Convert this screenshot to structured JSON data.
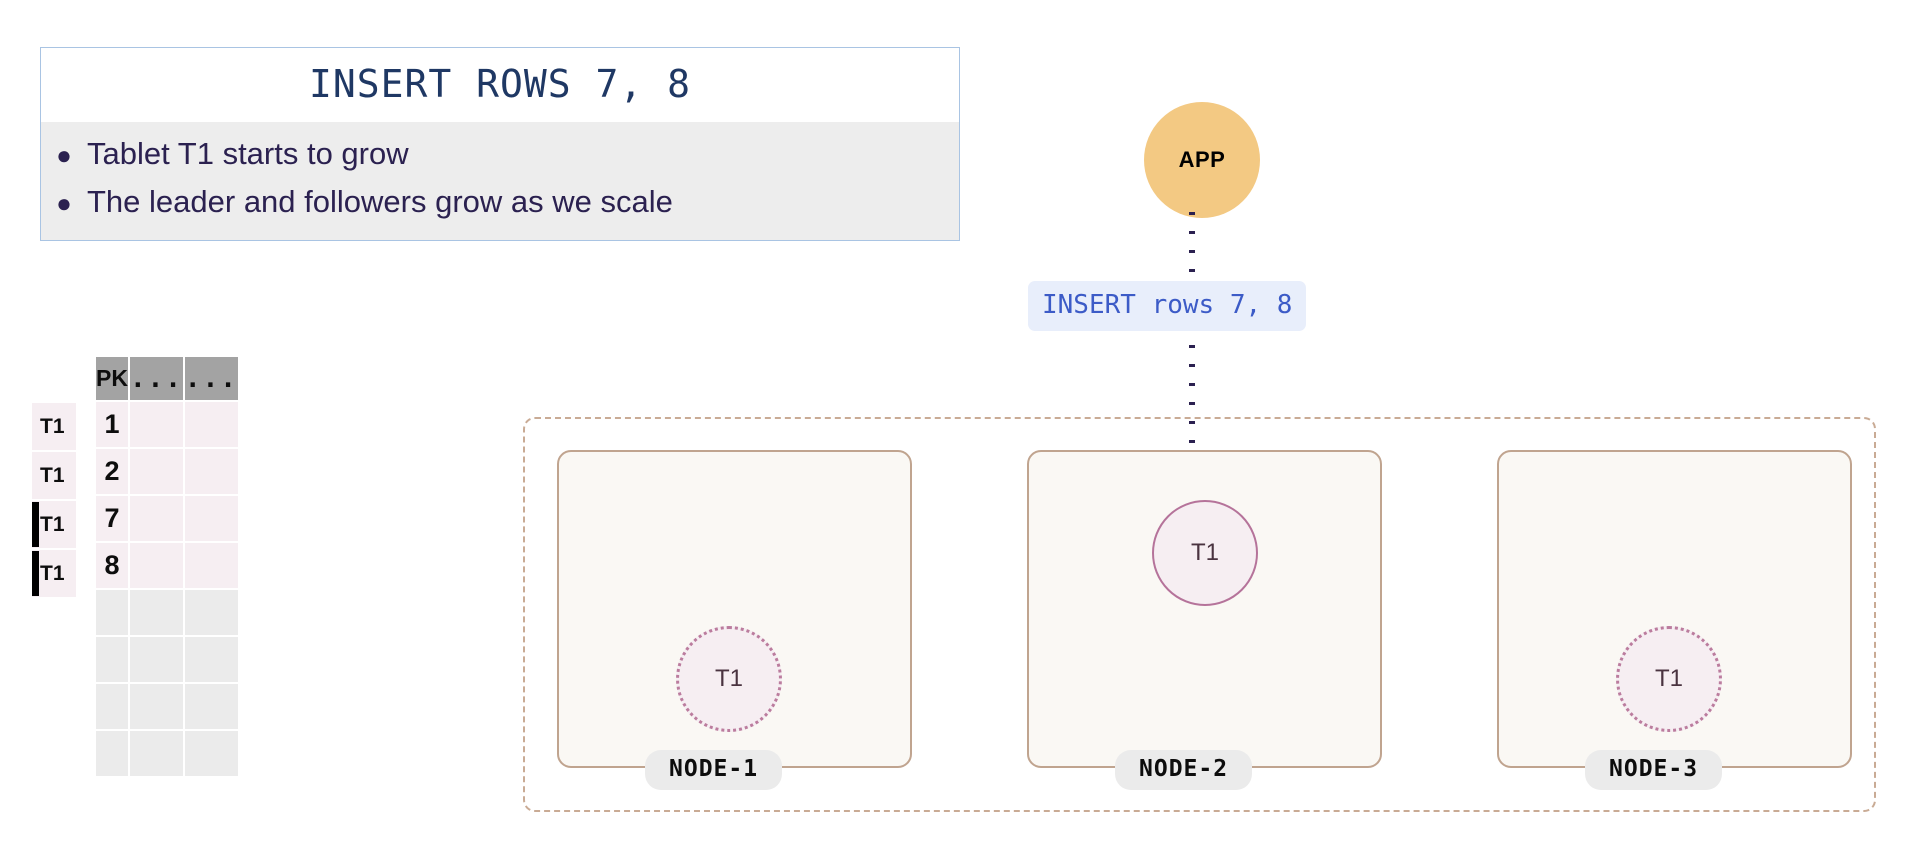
{
  "callout": {
    "title": "INSERT ROWS 7, 8",
    "bullet_glyph": "●",
    "bullets": [
      "Tablet T1 starts to grow",
      "The leader and followers grow as we scale"
    ]
  },
  "table": {
    "columns": [
      "PK",
      "...",
      "..."
    ],
    "rows": [
      {
        "label": "T1",
        "pk": "1",
        "growing": false,
        "filled": true
      },
      {
        "label": "T1",
        "pk": "2",
        "growing": false,
        "filled": true
      },
      {
        "label": "T1",
        "pk": "7",
        "growing": true,
        "filled": true
      },
      {
        "label": "T1",
        "pk": "8",
        "growing": true,
        "filled": true
      },
      {
        "label": "",
        "pk": "",
        "growing": false,
        "filled": false
      },
      {
        "label": "",
        "pk": "",
        "growing": false,
        "filled": false
      },
      {
        "label": "",
        "pk": "",
        "growing": false,
        "filled": false
      },
      {
        "label": "",
        "pk": "",
        "growing": false,
        "filled": false
      }
    ]
  },
  "app": {
    "label": "APP",
    "color": "#f3c983"
  },
  "query": {
    "text": "INSERT rows 7, 8",
    "text_color": "#3c5bc7",
    "background": "#e8eefb"
  },
  "arrow": {
    "style": "dotted",
    "color": "#2b2150",
    "from": "app",
    "to": "node-2-tablet"
  },
  "cluster": {
    "border_color": "#c9ab95",
    "nodes": [
      {
        "name": "NODE-1",
        "tablet": "T1",
        "role": "follower"
      },
      {
        "name": "NODE-2",
        "tablet": "T1",
        "role": "leader"
      },
      {
        "name": "NODE-3",
        "tablet": "T1",
        "role": "follower"
      }
    ]
  },
  "colors": {
    "title_text": "#1f3864",
    "body_text": "#2b2150",
    "header_cell": "#a3a3a3",
    "filled_row": "#f6eef2",
    "empty_row": "#ebebeb",
    "tablet_border": "#b5739a",
    "node_border": "#c0a48f",
    "node_fill": "#faf8f4"
  }
}
